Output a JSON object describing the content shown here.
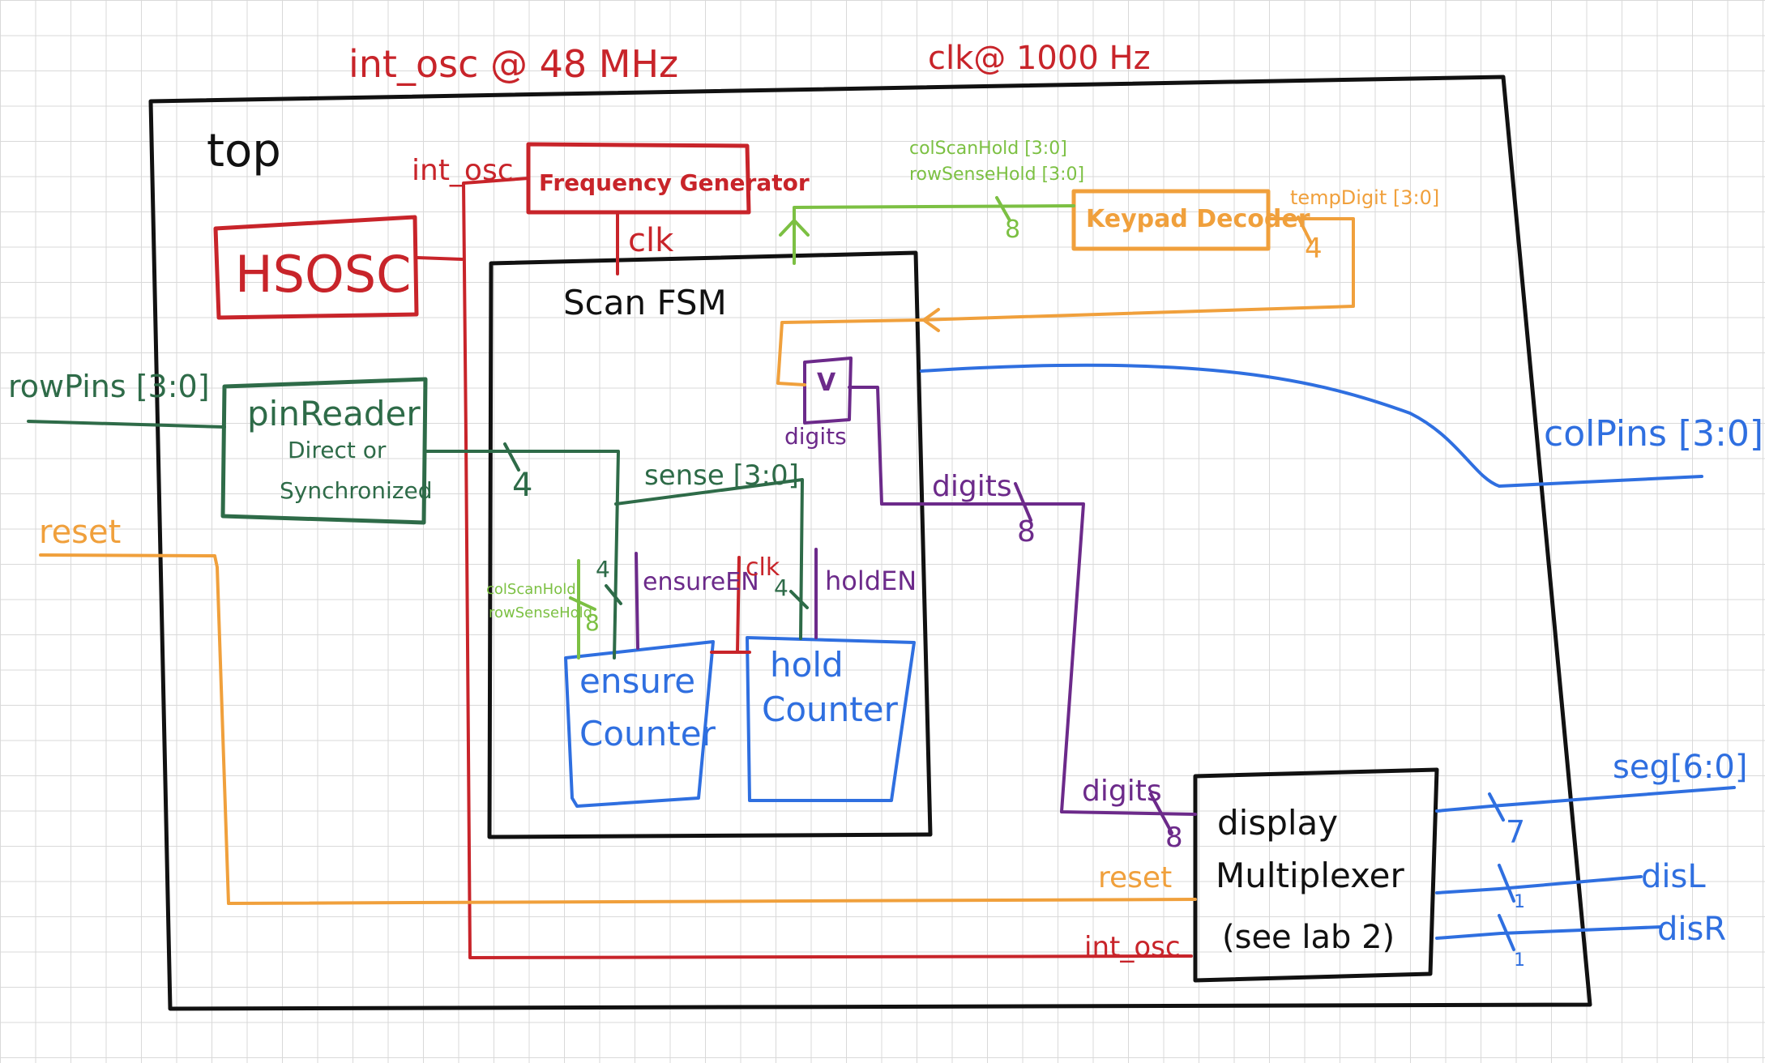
{
  "colors": {
    "black": "#111111",
    "red": "#c8242a",
    "green": "#2e6b48",
    "lightgreen": "#7cc043",
    "orange": "#f0a03c",
    "purple": "#6c2a8a",
    "blue": "#2f6fe0",
    "grid": "#d9d9d9"
  },
  "labels": {
    "int_osc_freq": "int_osc @ 48 MHz",
    "clk_freq": "clk@ 1000 Hz",
    "top": "top",
    "int_osc": "int_osc",
    "frequency_generator": "Frequency Generator",
    "hsosc": "HSOSC",
    "clk": "clk",
    "col_scan_hold": "colScanHold [3:0]",
    "row_sense_hold": "rowSenseHold [3:0]",
    "keypad_decoder": "Keypad Decoder",
    "temp_digit": "tempDigit [3:0]",
    "bus_4": "4",
    "bus_8": "8",
    "bus_7": "7",
    "bus_1": "1",
    "scan_fsm": "Scan FSM",
    "row_pins": "rowPins [3:0]",
    "pin_reader": "pinReader",
    "direct_or": "Direct or",
    "synchronized": "Synchronized",
    "v_mux": "V",
    "digits": "digits",
    "col_pins": "colPins [3:0]",
    "sense": "sense [3:0]",
    "reset": "reset",
    "col_scan_hold_small": "colScanHold",
    "row_sense_hold_small": "rowSenseHold",
    "ensure_en": "ensureEN",
    "hold_en": "holdEN",
    "ensure_counter_1": "ensure",
    "ensure_counter_2": "Counter",
    "hold_counter_1": "hold",
    "hold_counter_2": "Counter",
    "display_mux_1": "display",
    "display_mux_2": "Multiplexer",
    "display_mux_3": "(see lab 2)",
    "seg": "seg[6:0]",
    "disl": "disL",
    "disr": "disR"
  }
}
